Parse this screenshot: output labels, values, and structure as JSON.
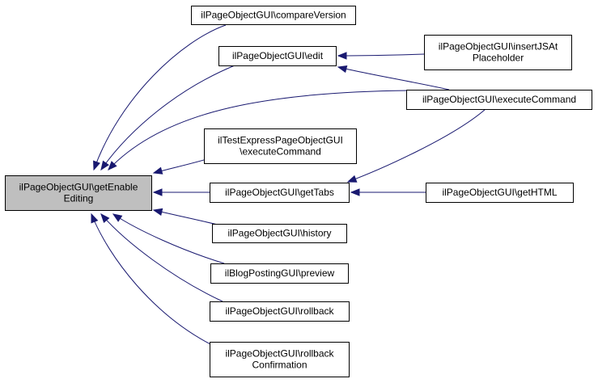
{
  "diagram": {
    "type": "caller-graph",
    "nodes": [
      {
        "id": "getEnableEditing",
        "lines": [
          "ilPageObjectGUI\\getEnable",
          "Editing"
        ],
        "focus": true
      },
      {
        "id": "compareVersion",
        "lines": [
          "ilPageObjectGUI\\compareVersion"
        ]
      },
      {
        "id": "edit",
        "lines": [
          "ilPageObjectGUI\\edit"
        ]
      },
      {
        "id": "insertJSAtPlaceholder",
        "lines": [
          "ilPageObjectGUI\\insertJSAt",
          "Placeholder"
        ]
      },
      {
        "id": "executeCommand",
        "lines": [
          "ilPageObjectGUI\\executeCommand"
        ]
      },
      {
        "id": "testExpressExecuteCommand",
        "lines": [
          "ilTestExpressPageObjectGUI",
          "\\executeCommand"
        ]
      },
      {
        "id": "getTabs",
        "lines": [
          "ilPageObjectGUI\\getTabs"
        ]
      },
      {
        "id": "getHTML",
        "lines": [
          "ilPageObjectGUI\\getHTML"
        ]
      },
      {
        "id": "history",
        "lines": [
          "ilPageObjectGUI\\history"
        ]
      },
      {
        "id": "blogPreview",
        "lines": [
          "ilBlogPostingGUI\\preview"
        ]
      },
      {
        "id": "rollback",
        "lines": [
          "ilPageObjectGUI\\rollback"
        ]
      },
      {
        "id": "rollbackConfirmation",
        "lines": [
          "ilPageObjectGUI\\rollback",
          "Confirmation"
        ]
      }
    ],
    "edges": [
      {
        "from": "compareVersion",
        "to": "getEnableEditing"
      },
      {
        "from": "edit",
        "to": "getEnableEditing"
      },
      {
        "from": "executeCommand",
        "to": "getEnableEditing"
      },
      {
        "from": "testExpressExecuteCommand",
        "to": "getEnableEditing"
      },
      {
        "from": "getTabs",
        "to": "getEnableEditing"
      },
      {
        "from": "history",
        "to": "getEnableEditing"
      },
      {
        "from": "blogPreview",
        "to": "getEnableEditing"
      },
      {
        "from": "rollback",
        "to": "getEnableEditing"
      },
      {
        "from": "rollbackConfirmation",
        "to": "getEnableEditing"
      },
      {
        "from": "insertJSAtPlaceholder",
        "to": "edit"
      },
      {
        "from": "executeCommand",
        "to": "edit"
      },
      {
        "from": "executeCommand",
        "to": "getTabs"
      },
      {
        "from": "getHTML",
        "to": "getTabs"
      }
    ],
    "colors": {
      "edge": "#191970",
      "focus_fill": "#bfbfbf",
      "node_fill": "#ffffff",
      "border": "#000000"
    }
  }
}
